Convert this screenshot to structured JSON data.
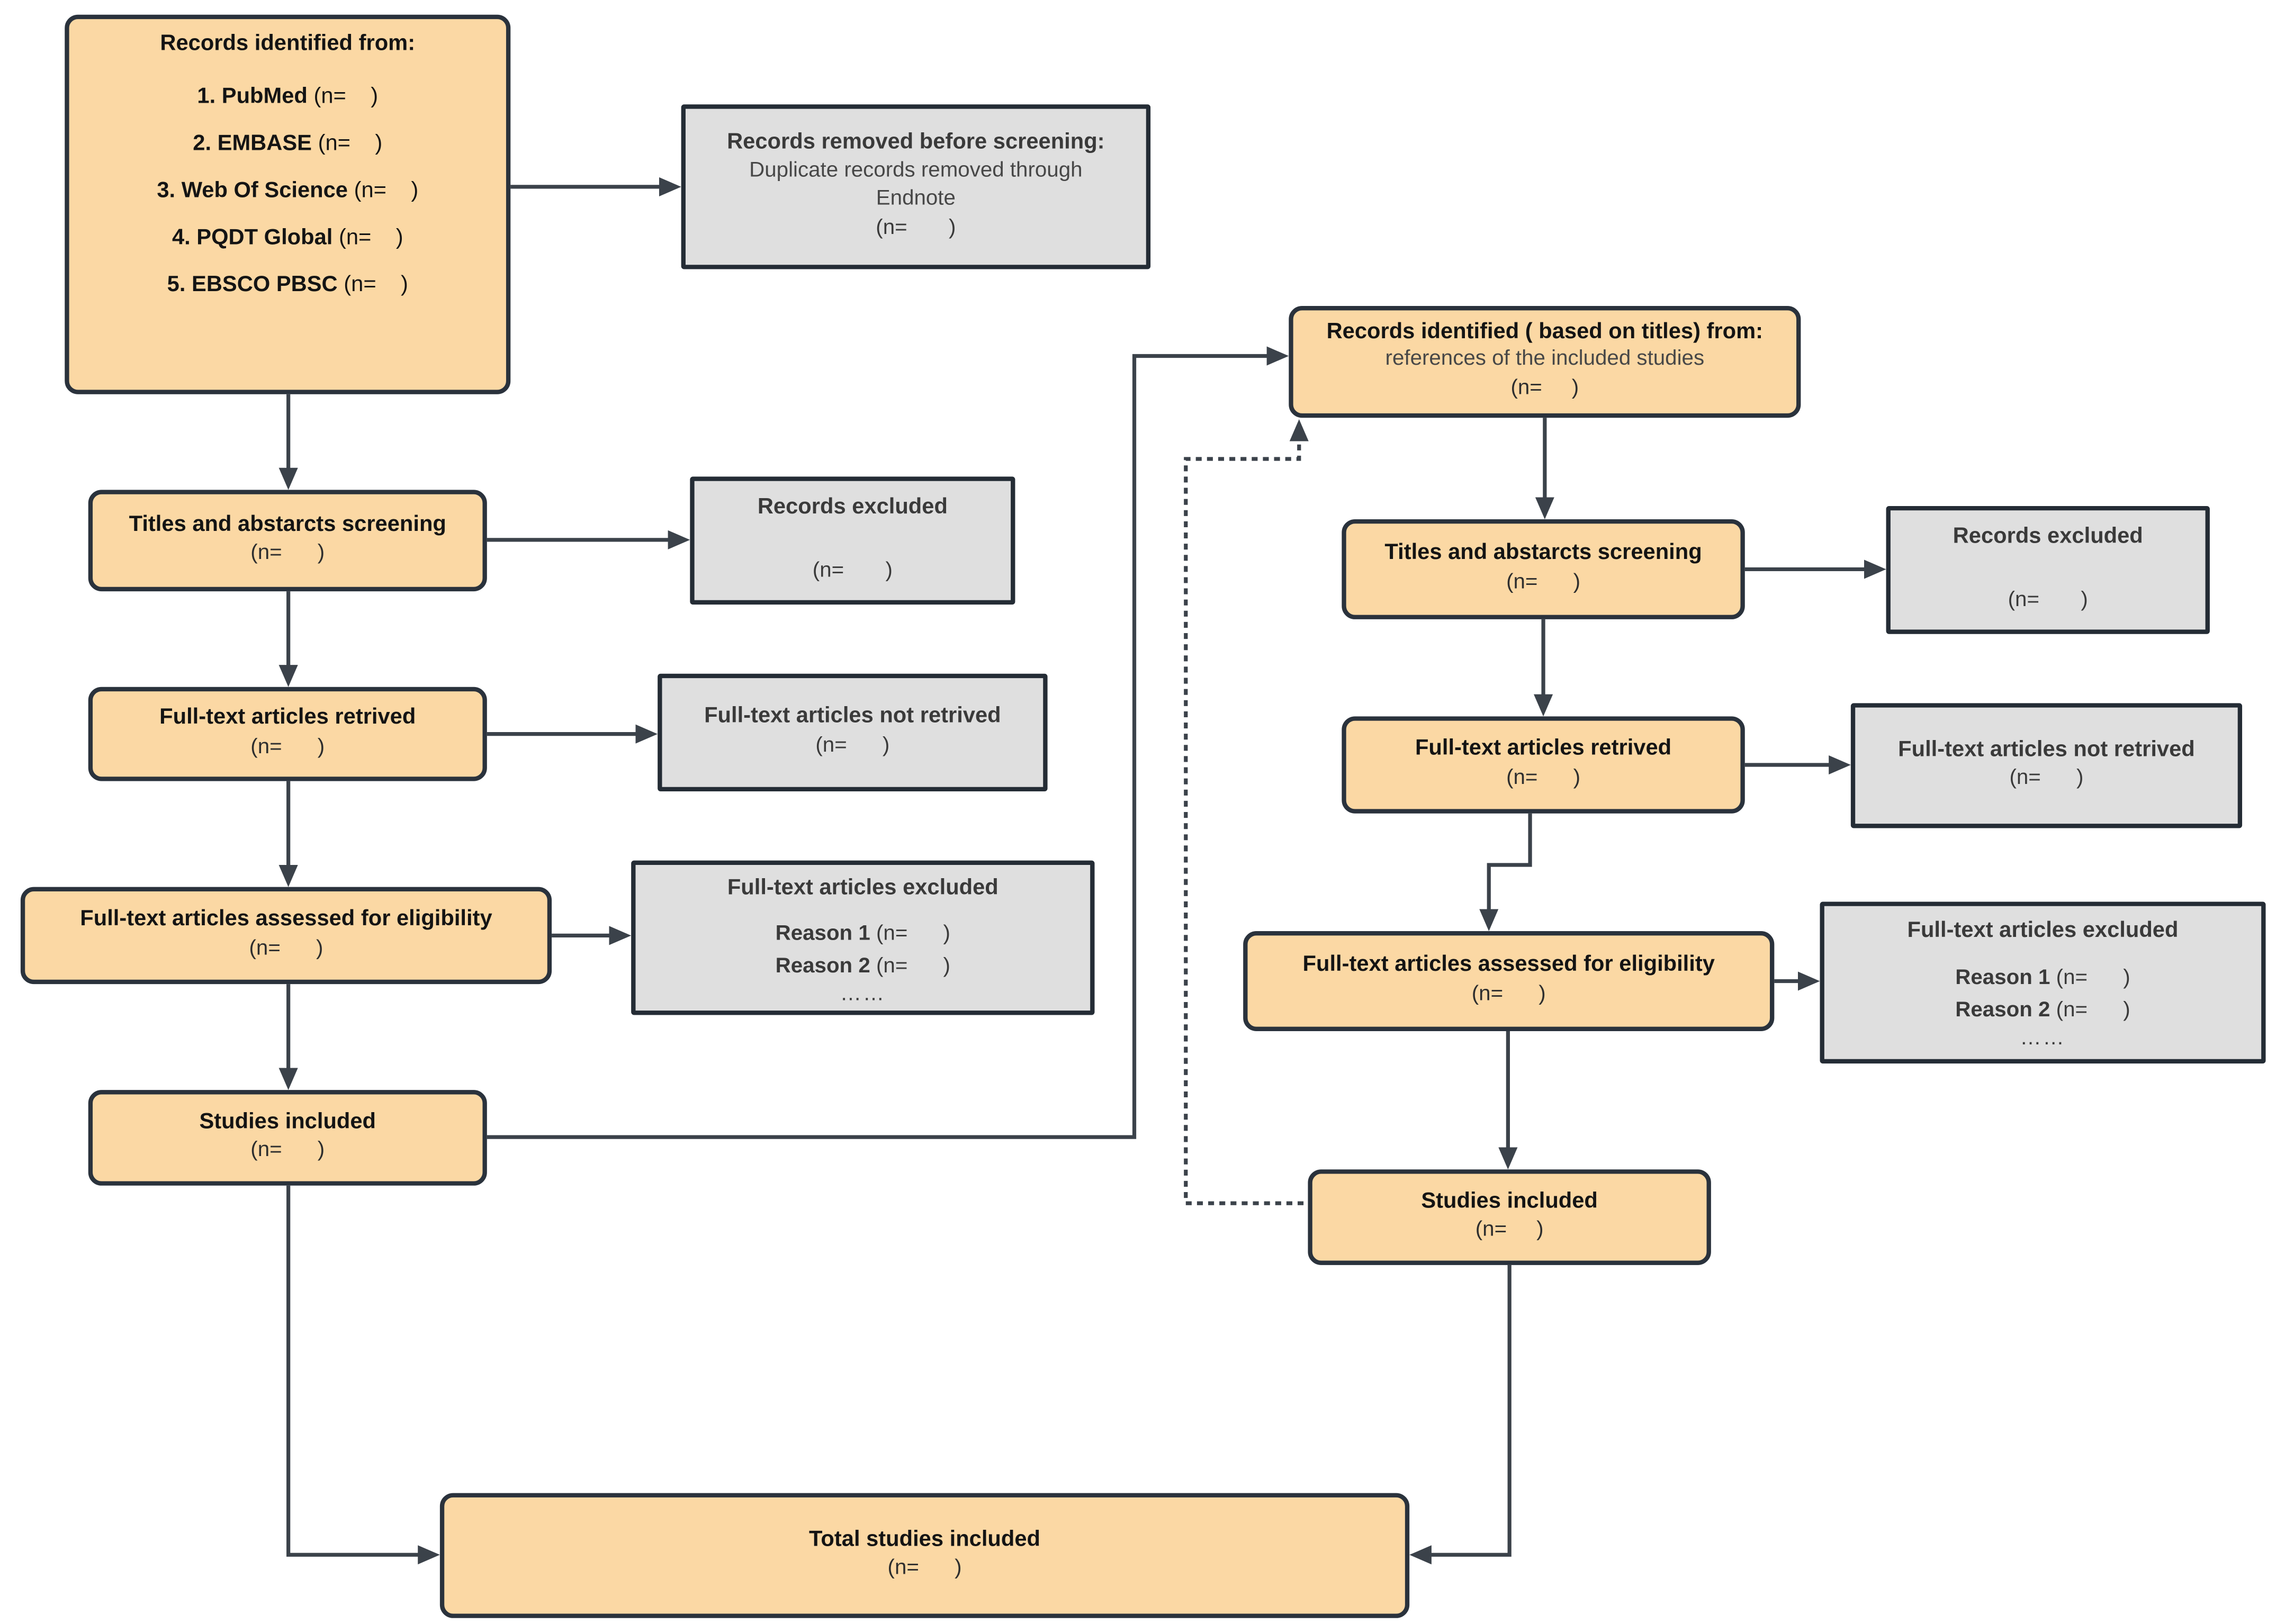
{
  "colors": {
    "box_fill_orange": "#FBD8A4",
    "box_fill_gray": "#DFDFDF",
    "box_border": "#2A323C",
    "arrow": "#3B424A"
  },
  "boxes": {
    "identified": {
      "title": "Records identified from:",
      "items": [
        {
          "label": "1. PubMed",
          "n": "(n=    )"
        },
        {
          "label": "2. EMBASE",
          "n": "(n=    )"
        },
        {
          "label": "3. Web Of Science",
          "n": "(n=    )"
        },
        {
          "label": "4. PQDT Global",
          "n": "(n=    )"
        },
        {
          "label": "5. EBSCO PBSC",
          "n": "(n=    )"
        }
      ]
    },
    "removed_before_screening": {
      "title": "Records removed before screening:",
      "subtitle_line1": "Duplicate records removed through",
      "subtitle_line2": "Endnote",
      "n": "(n=       )"
    },
    "screening_left": {
      "title": "Titles and abstarcts screening",
      "n": "(n=      )"
    },
    "records_excluded_left": {
      "title": "Records excluded",
      "n": "(n=       )"
    },
    "retrieved_left": {
      "title": "Full-text articles retrived",
      "n": "(n=      )"
    },
    "not_retrieved_left": {
      "title": "Full-text articles not retrived",
      "n": "(n=      )"
    },
    "eligibility_left": {
      "title": "Full-text articles assessed for eligibility",
      "n": "(n=      )"
    },
    "excluded_left": {
      "title": "Full-text articles excluded",
      "reason1_label": "Reason 1",
      "reason1_n": "(n=      )",
      "reason2_label": "Reason 2",
      "reason2_n": "(n=      )",
      "ellipsis": "……"
    },
    "included_left": {
      "title": "Studies included",
      "n": "(n=      )"
    },
    "identified_refs": {
      "title": "Records identified ( based on titles) from:",
      "subtitle": "references of the included studies",
      "n": "(n=     )"
    },
    "screening_right": {
      "title": "Titles and abstarcts screening",
      "n": "(n=      )"
    },
    "records_excluded_right": {
      "title": "Records excluded",
      "n": "(n=       )"
    },
    "retrieved_right": {
      "title": "Full-text articles retrived",
      "n": "(n=      )"
    },
    "not_retrieved_right": {
      "title": "Full-text articles not retrived",
      "n": "(n=      )"
    },
    "eligibility_right": {
      "title": "Full-text articles assessed for eligibility",
      "n": "(n=      )"
    },
    "excluded_right": {
      "title": "Full-text articles excluded",
      "reason1_label": "Reason 1",
      "reason1_n": "(n=      )",
      "reason2_label": "Reason 2",
      "reason2_n": "(n=      )",
      "ellipsis": "……"
    },
    "included_right": {
      "title": "Studies included",
      "n": "(n=     )"
    },
    "total": {
      "title": "Total studies included",
      "n": "(n=      )"
    }
  }
}
